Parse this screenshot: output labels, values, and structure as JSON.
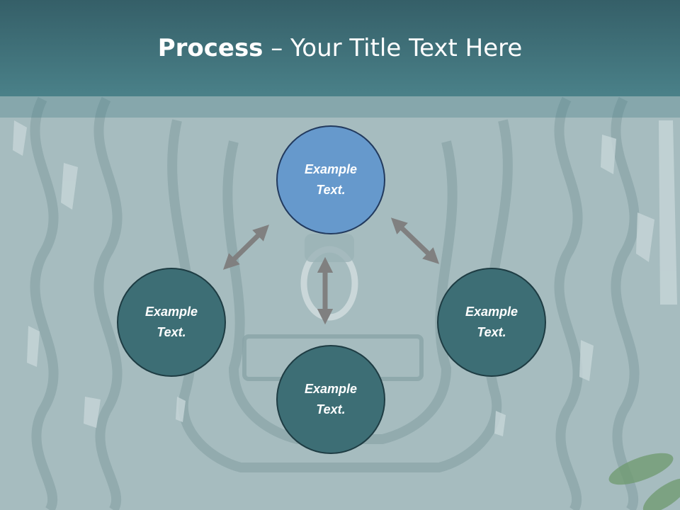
{
  "slide": {
    "title_bold": "Process",
    "title_rest": " – Your Title Text Here"
  },
  "nodes": {
    "top": "Example Text.",
    "left": "Example Text.",
    "right": "Example Text.",
    "bottom": "Example Text."
  },
  "colors": {
    "title_bar": "#4a8189",
    "node_dark": "#3d6e75",
    "node_highlight": "#6699cc",
    "arrow": "#808080"
  }
}
